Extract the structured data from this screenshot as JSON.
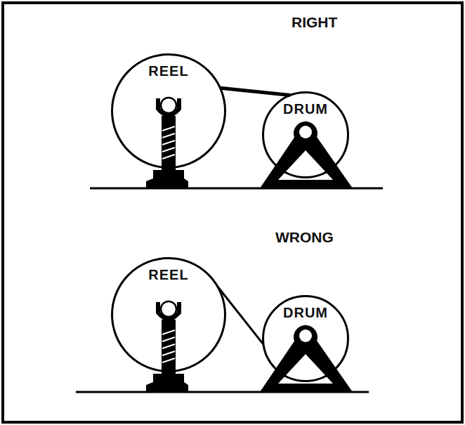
{
  "diagram": {
    "nodes": [
      {
        "text": [
          "REEL"
        ]
      },
      {
        "text": [
          "DRUM"
        ]
      },
      {
        "text": [
          "REEL"
        ]
      },
      {
        "text": [
          "DRUM"
        ]
      }
    ],
    "edges": [
      {
        "from": 0,
        "to": 1,
        "arrow": "none"
      },
      {
        "from": 2,
        "to": 3,
        "arrow": "none"
      }
    ],
    "labels": [
      "RIGHT",
      "WRONG"
    ]
  }
}
